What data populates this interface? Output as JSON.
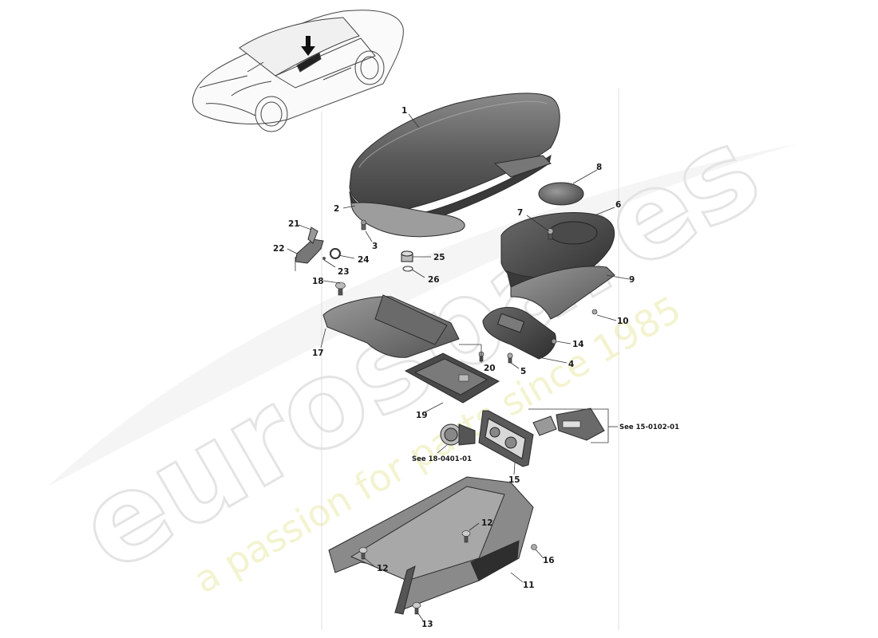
{
  "watermark": {
    "brand": "eurospares",
    "tagline": "a passion for parts since 1985"
  },
  "callouts": [
    {
      "id": "c1",
      "label": "1"
    },
    {
      "id": "c2",
      "label": "2"
    },
    {
      "id": "c3",
      "label": "3"
    },
    {
      "id": "c4",
      "label": "4"
    },
    {
      "id": "c5",
      "label": "5"
    },
    {
      "id": "c6",
      "label": "6"
    },
    {
      "id": "c7",
      "label": "7"
    },
    {
      "id": "c8",
      "label": "8"
    },
    {
      "id": "c9",
      "label": "9"
    },
    {
      "id": "c10",
      "label": "10"
    },
    {
      "id": "c11",
      "label": "11"
    },
    {
      "id": "c12a",
      "label": "12"
    },
    {
      "id": "c12b",
      "label": "12"
    },
    {
      "id": "c13",
      "label": "13"
    },
    {
      "id": "c14",
      "label": "14"
    },
    {
      "id": "c15",
      "label": "15"
    },
    {
      "id": "c16",
      "label": "16"
    },
    {
      "id": "c17",
      "label": "17"
    },
    {
      "id": "c18",
      "label": "18"
    },
    {
      "id": "c19",
      "label": "19"
    },
    {
      "id": "c20",
      "label": "20"
    },
    {
      "id": "c21",
      "label": "21"
    },
    {
      "id": "c22",
      "label": "22"
    },
    {
      "id": "c23",
      "label": "23"
    },
    {
      "id": "c24",
      "label": "24"
    },
    {
      "id": "c25",
      "label": "25"
    },
    {
      "id": "c26",
      "label": "26"
    }
  ],
  "references": {
    "ref_18": "See 18-0401-01",
    "ref_15": "See 15-0102-01"
  }
}
